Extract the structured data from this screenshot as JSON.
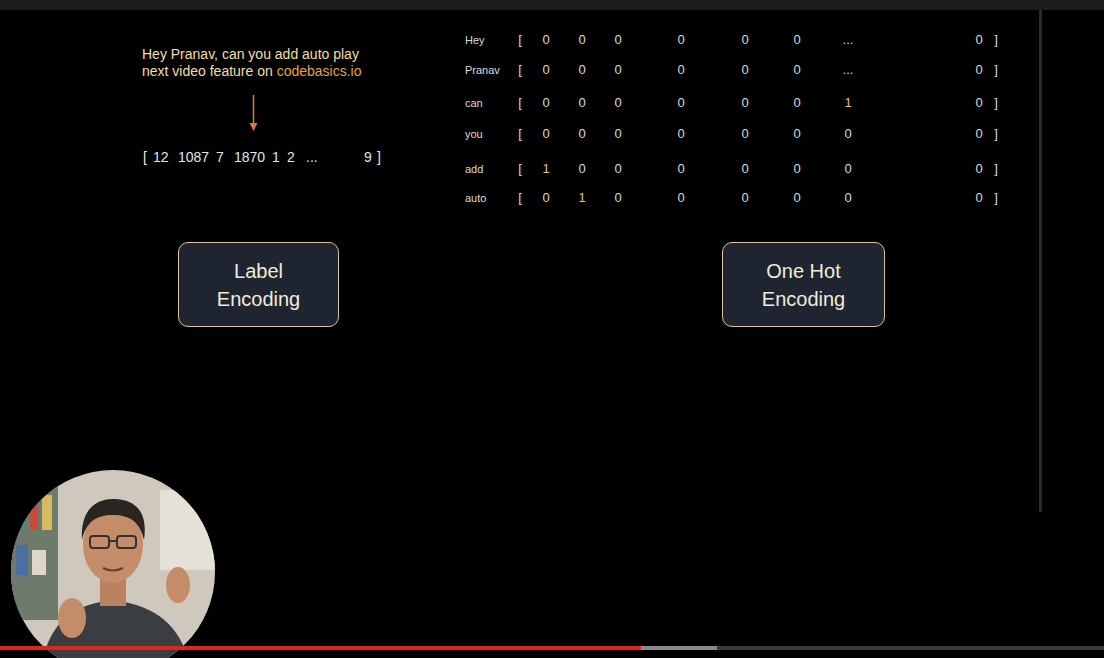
{
  "diagram": {
    "nodes": [
      {
        "text": [
          "Label Encoding"
        ]
      },
      {
        "text": [
          "One Hot Encoding"
        ]
      }
    ],
    "labels": [
      "Hey Pranav, can you add auto play next video feature on",
      "codebasics.io",
      "[",
      "12",
      "1087",
      "7",
      "1870",
      "1",
      "2",
      "...",
      "9",
      "]",
      "Hey",
      "[",
      "0",
      "0",
      "0",
      "0",
      "0",
      "0",
      "...",
      "0",
      "]",
      "Pranav",
      "[",
      "0",
      "0",
      "0",
      "0",
      "0",
      "0",
      "...",
      "0",
      "]",
      "can",
      "[",
      "0",
      "0",
      "0",
      "0",
      "0",
      "0",
      "1",
      "0",
      "]",
      "you",
      "[",
      "0",
      "0",
      "0",
      "0",
      "0",
      "0",
      "0",
      "0",
      "]",
      "add",
      "[",
      "1",
      "0",
      "0",
      "0",
      "0",
      "0",
      "0",
      "0",
      "]",
      "auto",
      "[",
      "0",
      "1",
      "0",
      "0",
      "0",
      "0",
      "0",
      "0",
      "]"
    ]
  }
}
